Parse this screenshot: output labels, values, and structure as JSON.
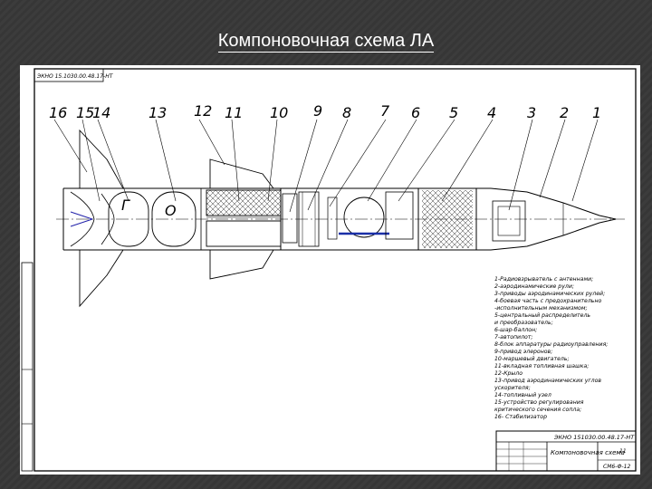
{
  "slide": {
    "title": "Компоновочная схема ЛА"
  },
  "drawing": {
    "corner_stamp": "ЭКНО 15.1030.00.48.17-НТ",
    "callout_numbers": [
      "16",
      "15",
      "14",
      "13",
      "12",
      "11",
      "10",
      "9",
      "8",
      "7",
      "6",
      "5",
      "4",
      "3",
      "2",
      "1"
    ],
    "tank_labels": {
      "fuel": "Г",
      "oxidizer": "О"
    },
    "legend": [
      "1-Радиовзрыватель с антеннами;",
      "2-аэродинамические рули;",
      "3-приводы аэродинамических рулей;",
      "4-боевая часть с предохранительно",
      "-исполнительным механизмом;",
      "5-центральный распределитель",
      "и преобразователь;",
      "6-шар-баллон;",
      "7-автопилот;",
      "8-блок аппаратуры радиоуправления;",
      "9-привод элеронов;",
      "10-маршевый двигатель;",
      "11-вкладная топливная шашка;",
      "12-Крыло",
      "13-привод аэродинамических углов",
      "ускорителя;",
      "14-топливный узел",
      "15-устройство регулирования",
      "критического сечения сопла;",
      "16- Стабилизатор"
    ],
    "title_block": {
      "doc_number": "ЭКНО 151030.00.48.17-НТ",
      "name": "Компоновочная схема",
      "sheet": "11",
      "group": "СМ6-Ф-12"
    }
  }
}
